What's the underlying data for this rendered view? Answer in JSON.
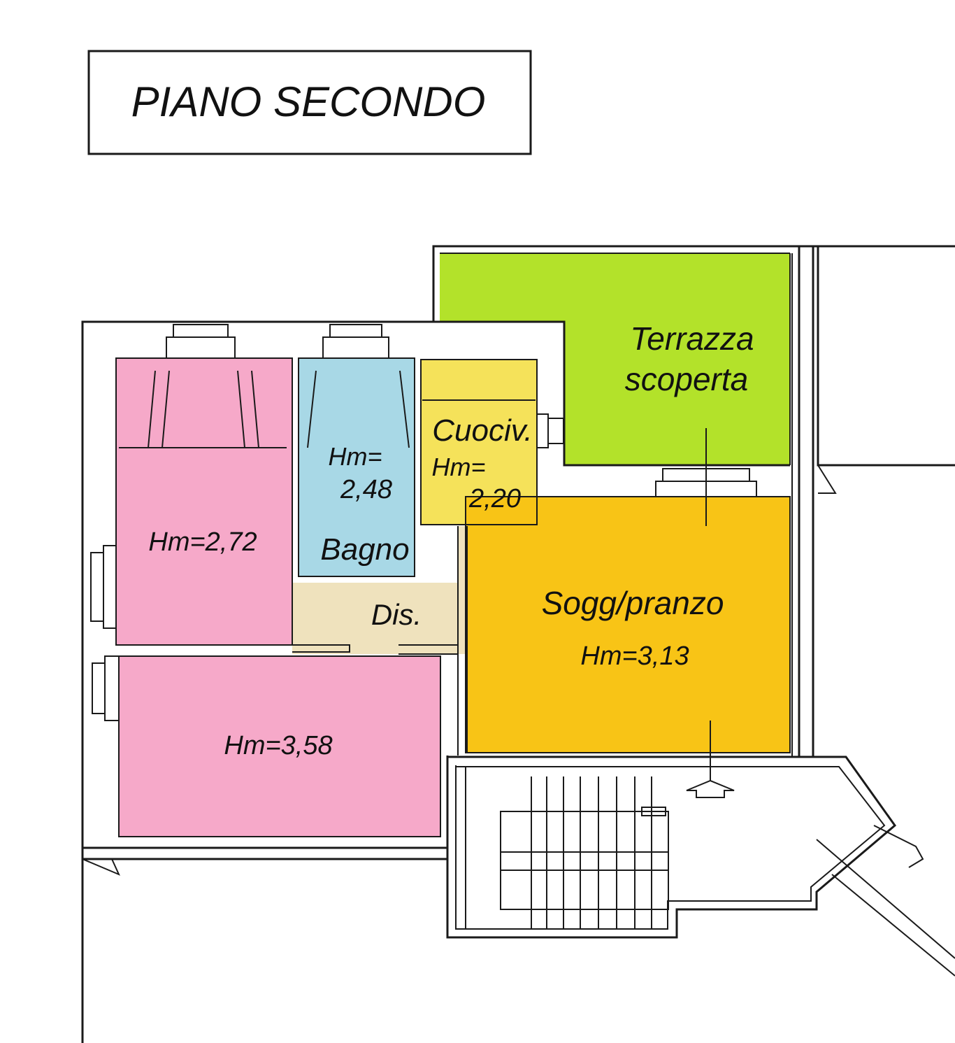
{
  "plan": {
    "title": "PIANO SECONDO",
    "rooms": [
      {
        "name": "",
        "height": "Hm=2,72",
        "color": "#f6a9c9"
      },
      {
        "name": "Bagno",
        "height_label": "Hm=",
        "height_value": "2,48",
        "color": "#a8d8e6"
      },
      {
        "name": "Cuociv.",
        "height_label": "Hm=",
        "height_value": "2,20",
        "color": "#f5e25a"
      },
      {
        "name": "Terrazza",
        "name2": "scoperta",
        "color": "#b3e22a"
      },
      {
        "name": "Dis.",
        "color": "#efe2bd"
      },
      {
        "name": "Sogg/pranzo",
        "height": "Hm=3,13",
        "color": "#f8c416"
      },
      {
        "name": "",
        "height": "Hm=3,58",
        "color": "#f6a9c9"
      }
    ],
    "wall_color": "#1a1a1a"
  }
}
